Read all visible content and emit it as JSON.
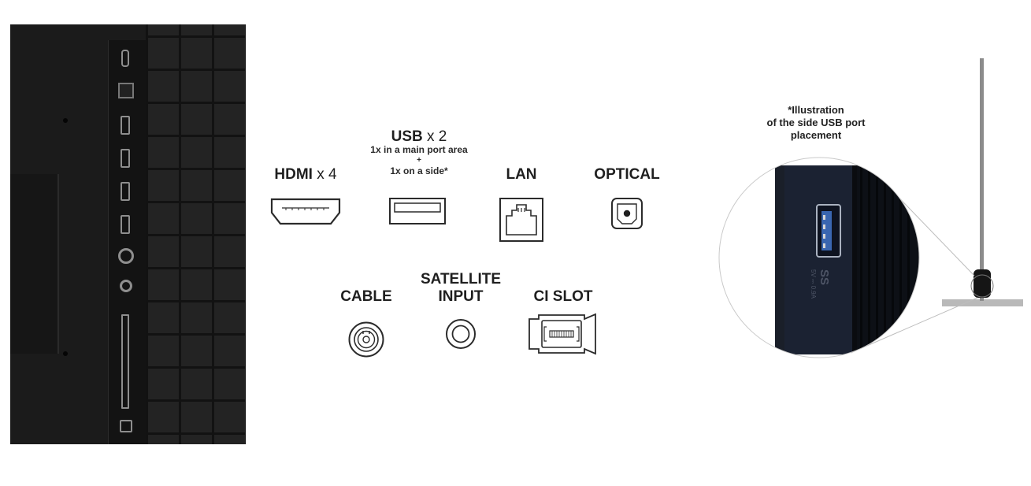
{
  "ports_top": [
    {
      "id": "hdmi",
      "name": "HDMI",
      "multiplier": "x 4"
    },
    {
      "id": "usb",
      "name": "USB",
      "multiplier": "x 2",
      "note_lines": [
        "1x in a main port area",
        "+",
        "1x on a side*"
      ]
    },
    {
      "id": "lan",
      "name": "LAN"
    },
    {
      "id": "optical",
      "name": "OPTICAL"
    }
  ],
  "ports_bottom": [
    {
      "id": "cable",
      "name": "CABLE"
    },
    {
      "id": "satellite",
      "name_lines": [
        "SATELLITE",
        "INPUT"
      ]
    },
    {
      "id": "ci_slot",
      "name": "CI SLOT"
    }
  ],
  "side_illustration": {
    "caption_lines": [
      "*Illustration",
      "of the side USB port",
      "placement"
    ],
    "usb_marking": {
      "logo": "SS",
      "rating": "5V ⎓ 0.9A"
    }
  },
  "colors": {
    "panel": "#1b1b1b",
    "icon_stroke": "#2b2b2b",
    "usb_blue": "#3a66b0"
  }
}
